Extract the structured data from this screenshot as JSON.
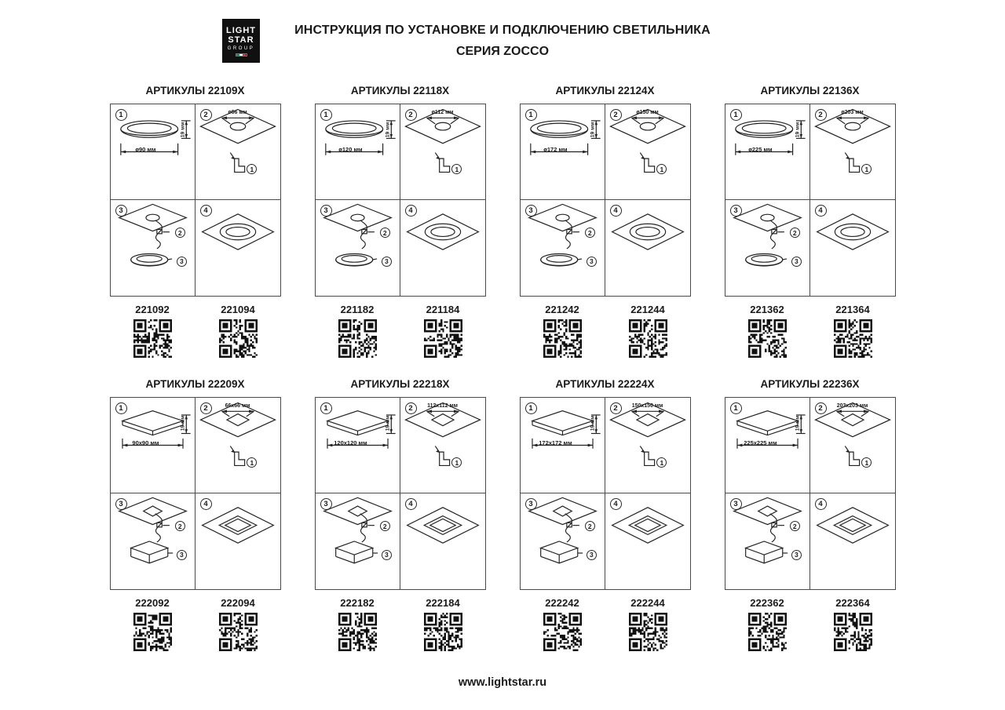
{
  "header": {
    "logo": {
      "line1": "LIGHT",
      "line2": "STAR",
      "line3": "GROUP",
      "flag_colors": [
        "#009246",
        "#ffffff",
        "#ce2b37"
      ]
    },
    "title_line1": "ИНСТРУКЦИЯ ПО УСТАНОВКЕ И ПОДКЛЮЧЕНИЮ СВЕТИЛЬНИКА",
    "title_line2": "СЕРИЯ ZOCCO"
  },
  "steps": {
    "s1": "1",
    "s2": "2",
    "s3": "3",
    "s4": "4"
  },
  "panels": [
    {
      "title": "АРТИКУЛЫ 22109X",
      "shape": "round",
      "width_label": "ø90 мм",
      "height_label": "19 мм",
      "hole_label": "ø66 мм",
      "articles": [
        "221092",
        "221094"
      ]
    },
    {
      "title": "АРТИКУЛЫ 22118X",
      "shape": "round",
      "width_label": "ø120 мм",
      "height_label": "19 мм",
      "hole_label": "ø112 мм",
      "articles": [
        "221182",
        "221184"
      ]
    },
    {
      "title": "АРТИКУЛЫ 22124X",
      "shape": "round",
      "width_label": "ø172 мм",
      "height_label": "19 мм",
      "hole_label": "ø150 мм",
      "articles": [
        "221242",
        "221244"
      ]
    },
    {
      "title": "АРТИКУЛЫ 22136X",
      "shape": "round",
      "width_label": "ø225 мм",
      "height_label": "19 мм",
      "hole_label": "ø203 мм",
      "articles": [
        "221362",
        "221364"
      ]
    },
    {
      "title": "АРТИКУЛЫ 22209X",
      "shape": "square",
      "width_label": "90x90 мм",
      "height_label": "19 мм",
      "hole_label": "66x66 мм",
      "articles": [
        "222092",
        "222094"
      ]
    },
    {
      "title": "АРТИКУЛЫ 22218X",
      "shape": "square",
      "width_label": "120x120 мм",
      "height_label": "19 мм",
      "hole_label": "112x112 мм",
      "articles": [
        "222182",
        "222184"
      ]
    },
    {
      "title": "АРТИКУЛЫ 22224X",
      "shape": "square",
      "width_label": "172x172 мм",
      "height_label": "19 мм",
      "hole_label": "150x150 мм",
      "articles": [
        "222242",
        "222244"
      ]
    },
    {
      "title": "АРТИКУЛЫ 22236X",
      "shape": "square",
      "width_label": "225x225 мм",
      "height_label": "19 мм",
      "hole_label": "203x203 мм",
      "articles": [
        "222362",
        "222364"
      ]
    }
  ],
  "footer": {
    "url": "www.lightstar.ru"
  }
}
